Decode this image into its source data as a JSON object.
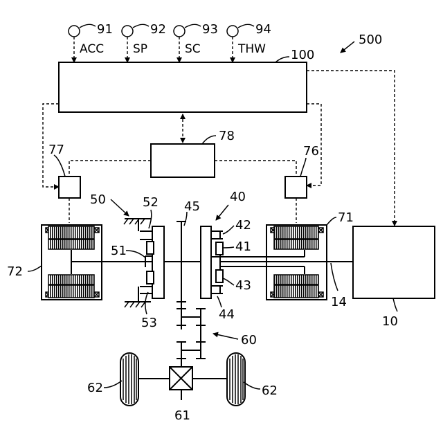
{
  "figure": {
    "system_ref": "500",
    "sensors": [
      {
        "ref": "91",
        "signal": "ACC"
      },
      {
        "ref": "92",
        "signal": "SP"
      },
      {
        "ref": "93",
        "signal": "SC"
      },
      {
        "ref": "94",
        "signal": "THW"
      }
    ],
    "controller_ref": "100",
    "unit_78_ref": "78",
    "inverter_left_ref": "77",
    "inverter_right_ref": "76",
    "brake_mech_ref": "50",
    "planet_gear_52_ref": "52",
    "sun_gear_51_ref": "51",
    "ring_gear_53_ref": "53",
    "shaft_45_ref": "45",
    "planetary_40_ref": "40",
    "gear_42_ref": "42",
    "gear_41_ref": "41",
    "gear_43_ref": "43",
    "gear_44_ref": "44",
    "motor_71_ref": "71",
    "motor_72_ref": "72",
    "shaft_14_ref": "14",
    "engine_ref": "10",
    "gear_train_ref": "60",
    "wheel_left_ref": "62",
    "wheel_right_ref": "62",
    "differential_ref": "61"
  }
}
